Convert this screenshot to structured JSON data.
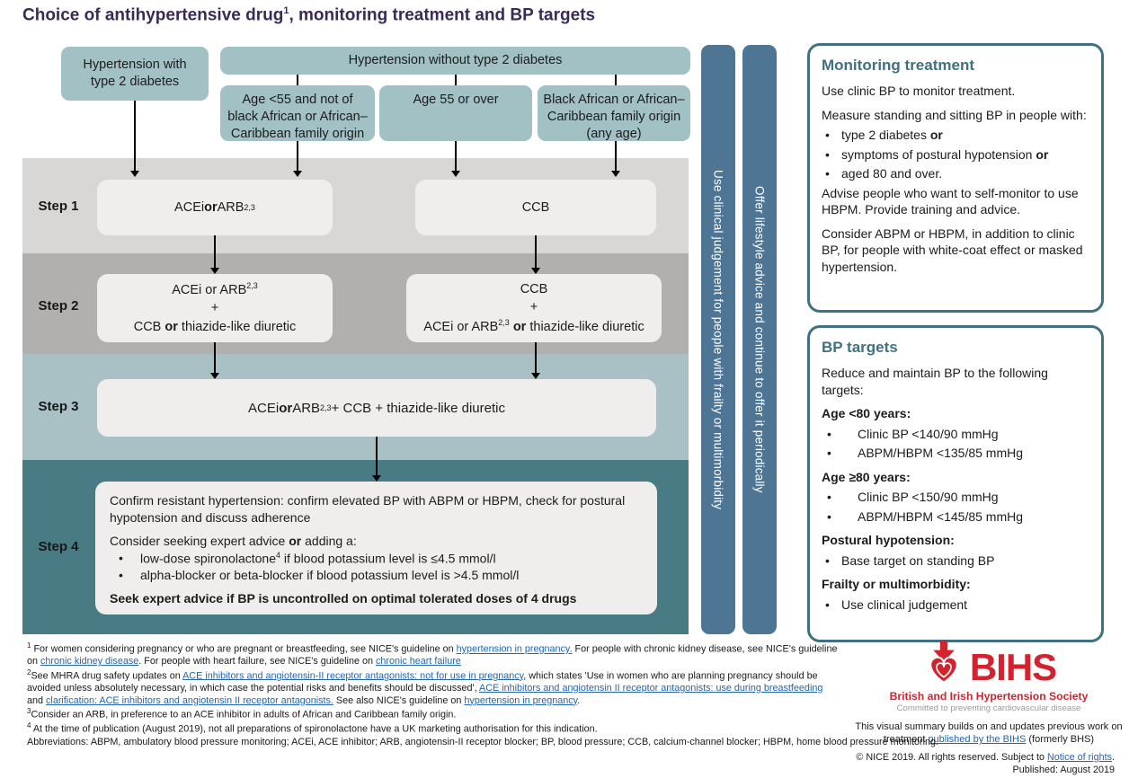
{
  "title": {
    "pre": "Choice of antihypertensive drug",
    "sup": "1",
    "post": ", monitoring treatment and BP targets"
  },
  "colors": {
    "title_purple": "#3b2a55",
    "box_teal": "#a2c1c4",
    "band1": "#d8d7d5",
    "band2": "#b2b0ae",
    "band3": "#a9c1c5",
    "band4": "#497b85",
    "step_box": "#efeeec",
    "bar_blue": "#4e7694",
    "panel_teal": "#3f7181",
    "bihs_red": "#d2232e",
    "link_blue": "#2465ae"
  },
  "flow": {
    "box_diabetes": "Hypertension with type 2 diabetes",
    "box_no_diabetes": "Hypertension without type 2 diabetes",
    "sub_boxes": [
      "Age <55 and not of black African or African–Caribbean family origin",
      "Age 55 or over",
      "Black African or African–Caribbean family origin (any age)"
    ],
    "steps": [
      "Step 1",
      "Step 2",
      "Step 3",
      "Step 4"
    ],
    "s1_left": [
      {
        "t": "ACEi "
      },
      {
        "t": "or",
        "b": true
      },
      {
        "t": " ARB"
      },
      {
        "t": "2,3",
        "sup": true
      }
    ],
    "s1_right": [
      {
        "t": "CCB"
      }
    ],
    "s2_left_lines": [
      [
        {
          "t": "ACEi or ARB"
        },
        {
          "t": "2,3",
          "sup": true
        }
      ],
      [
        {
          "t": "+"
        }
      ],
      [
        {
          "t": "CCB "
        },
        {
          "t": "or",
          "b": true
        },
        {
          "t": " thiazide-like diuretic"
        }
      ]
    ],
    "s2_right_lines": [
      [
        {
          "t": "CCB"
        }
      ],
      [
        {
          "t": "+"
        }
      ],
      [
        {
          "t": "ACEi or ARB"
        },
        {
          "t": "2,3",
          "sup": true
        },
        {
          "t": " "
        },
        {
          "t": "or",
          "b": true
        },
        {
          "t": " thiazide-like diuretic"
        }
      ]
    ],
    "s3": [
      {
        "t": "ACEi "
      },
      {
        "t": "or",
        "b": true
      },
      {
        "t": " ARB"
      },
      {
        "t": "2,3",
        "sup": true
      },
      {
        "t": " + CCB + thiazide-like diuretic"
      }
    ],
    "s4": {
      "p1": [
        {
          "t": "Confirm resistant hypertension: confirm elevated BP with ABPM or HBPM, check for postural hypotension and discuss adherence"
        }
      ],
      "p2": [
        {
          "t": "Consider seeking expert advice "
        },
        {
          "t": "or",
          "b": true
        },
        {
          "t": " adding a:"
        }
      ],
      "bullets": [
        [
          {
            "t": "low-dose spironolactone"
          },
          {
            "t": "4",
            "sup": true
          },
          {
            "t": " if blood potassium level is ≤4.5 mmol/l"
          }
        ],
        [
          {
            "t": "alpha-blocker or beta-blocker if blood potassium level is >4.5 mmol/l"
          }
        ]
      ],
      "p3": [
        {
          "t": "Seek expert advice if BP is uncontrolled on optimal tolerated doses of 4 drugs",
          "b": true
        }
      ]
    },
    "bar1": "Use clinical judgement for people with frailty or multimorbidity",
    "bar2": "Offer lifestyle advice and continue to offer it periodically"
  },
  "monitoring": {
    "title": "Monitoring treatment",
    "p1": "Use clinic BP to monitor treatment.",
    "p2": "Measure standing and sitting BP in people with:",
    "bullets": [
      [
        {
          "t": "type 2 diabetes "
        },
        {
          "t": "or",
          "b": true
        }
      ],
      [
        {
          "t": "symptoms of postural hypotension "
        },
        {
          "t": "or",
          "b": true
        }
      ],
      [
        {
          "t": "aged 80 and over."
        }
      ]
    ],
    "p3": "Advise people who want to self-monitor to use HBPM. Provide training and advice.",
    "p4": "Consider ABPM or HBPM, in addition to clinic BP, for people with white-coat effect or masked hypertension."
  },
  "bp_targets": {
    "title": "BP targets",
    "p1": "Reduce and maintain BP to the following targets:",
    "groups": [
      {
        "heading": "Age <80 years:",
        "bullets": [
          "Clinic BP <140/90 mmHg",
          "ABPM/HBPM <135/85 mmHg"
        ]
      },
      {
        "heading": "Age ≥80 years:",
        "bullets": [
          "Clinic BP <150/90 mmHg",
          "ABPM/HBPM <145/85 mmHg"
        ]
      },
      {
        "heading": "Postural hypotension:",
        "bullets": [
          "Base target on standing BP"
        ]
      },
      {
        "heading": "Frailty or multimorbidity:",
        "bullets": [
          "Use clinical judgement"
        ]
      }
    ]
  },
  "footnotes": [
    [
      {
        "t": "1",
        "sup": true
      },
      {
        "t": " For women considering pregnancy or who are pregnant or breastfeeding, see NICE's guideline on "
      },
      {
        "t": "hypertension in pregnancy.",
        "link": true
      },
      {
        "t": " For people with chronic kidney disease, see NICE's guideline on "
      },
      {
        "t": "chronic kidney disease",
        "link": true
      },
      {
        "t": ". For people with heart failure, see NICE's guideline on "
      },
      {
        "t": "chronic heart failure",
        "link": true
      }
    ],
    [
      {
        "t": "2",
        "sup": true
      },
      {
        "t": "See MHRA drug safety updates on "
      },
      {
        "t": "ACE inhibitors and angiotensin-II receptor antagonists: not for use in pregnancy",
        "link": true
      },
      {
        "t": ", which states 'Use in women who are planning pregnancy should be avoided unless absolutely necessary, in which case the potential risks and benefits should be discussed', "
      },
      {
        "t": "ACE inhibitors and angiotensin II receptor antagonists: use during breastfeeding",
        "link": true
      },
      {
        "t": " and "
      },
      {
        "t": "clarification: ACE inhibitors and angiotensin II receptor antagonists.",
        "link": true
      },
      {
        "t": " See also NICE's guideline on "
      },
      {
        "t": "hypertension in pregnancy",
        "link": true
      },
      {
        "t": "."
      }
    ],
    [
      {
        "t": "3",
        "sup": true
      },
      {
        "t": "Consider an ARB, in preference to an ACE inhibitor in adults of African and Caribbean family origin."
      }
    ],
    [
      {
        "t": "4",
        "sup": true
      },
      {
        "t": " At the time of publication (August 2019), not all preparations of spironolactone have a UK marketing authorisation for this indication."
      }
    ]
  ],
  "logo": {
    "word": "BIHS",
    "line1": "British and Irish Hypertension Society",
    "line2": "Committed to preventing cardiovascular disease"
  },
  "credit": [
    {
      "t": "This visual summary builds on and updates previous work on treatment "
    },
    {
      "t": "published by the BIHS",
      "link": true
    },
    {
      "t": " (formerly BHS)"
    }
  ],
  "abbreviations": "Abbreviations: ABPM, ambulatory blood pressure monitoring; ACEi, ACE inhibitor; ARB, angiotensin-II receptor blocker; BP, blood pressure; CCB, calcium-channel blocker; HBPM, home blood pressure monitoring.",
  "copyright": [
    {
      "t": "© NICE 2019. All rights reserved. Subject to "
    },
    {
      "t": "Notice of rights",
      "link": true
    },
    {
      "t": "."
    }
  ],
  "published": "Published: August 2019"
}
